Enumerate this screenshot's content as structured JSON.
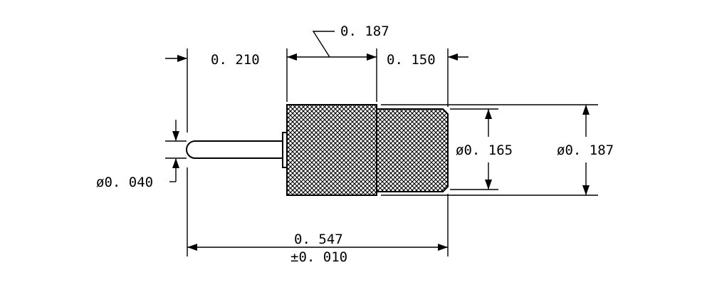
{
  "drawing": {
    "labels": {
      "body_length": "0. 187",
      "pin_length": "0. 210",
      "sleeve_length": "0. 150",
      "pin_diameter": "ø0. 040",
      "sleeve_diameter": "ø0. 165",
      "body_diameter": "ø0. 187",
      "overall_length": "0. 547",
      "overall_tolerance": "±0. 010"
    },
    "colors": {
      "line": "#000000",
      "background": "#ffffff"
    }
  }
}
